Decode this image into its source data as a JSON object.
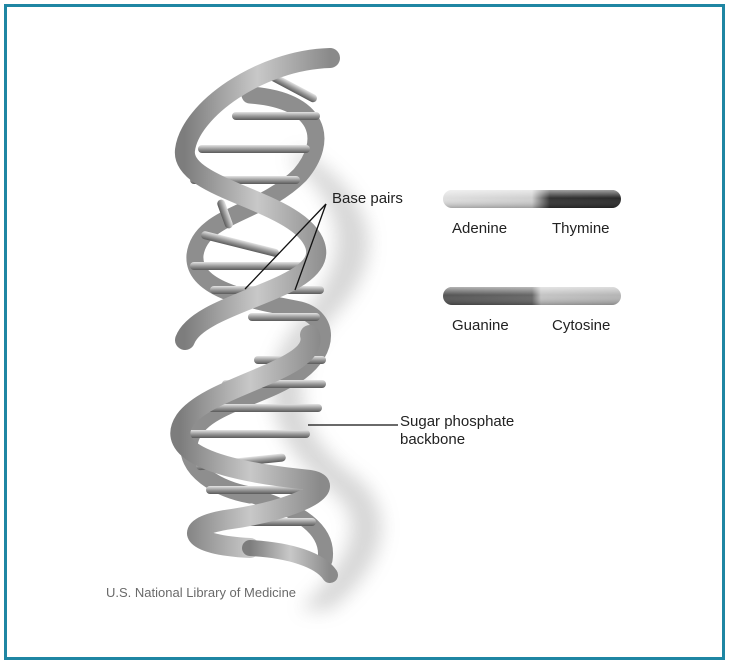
{
  "labels": {
    "base_pairs": "Base pairs",
    "sugar_phosphate_line1": "Sugar phosphate",
    "sugar_phosphate_line2": "backbone"
  },
  "legend": {
    "pair1": {
      "left": "Adenine",
      "right": "Thymine",
      "left_color": "#d6d6d6",
      "right_color": "#2e2e2e"
    },
    "pair2": {
      "left": "Guanine",
      "right": "Cytosine",
      "left_color": "#5e5e5e",
      "right_color": "#bdbdbd"
    }
  },
  "credit": "U.S. National Library of Medicine",
  "colors": {
    "frame": "#1f86a3",
    "ribbon": "#a6a6a6"
  }
}
